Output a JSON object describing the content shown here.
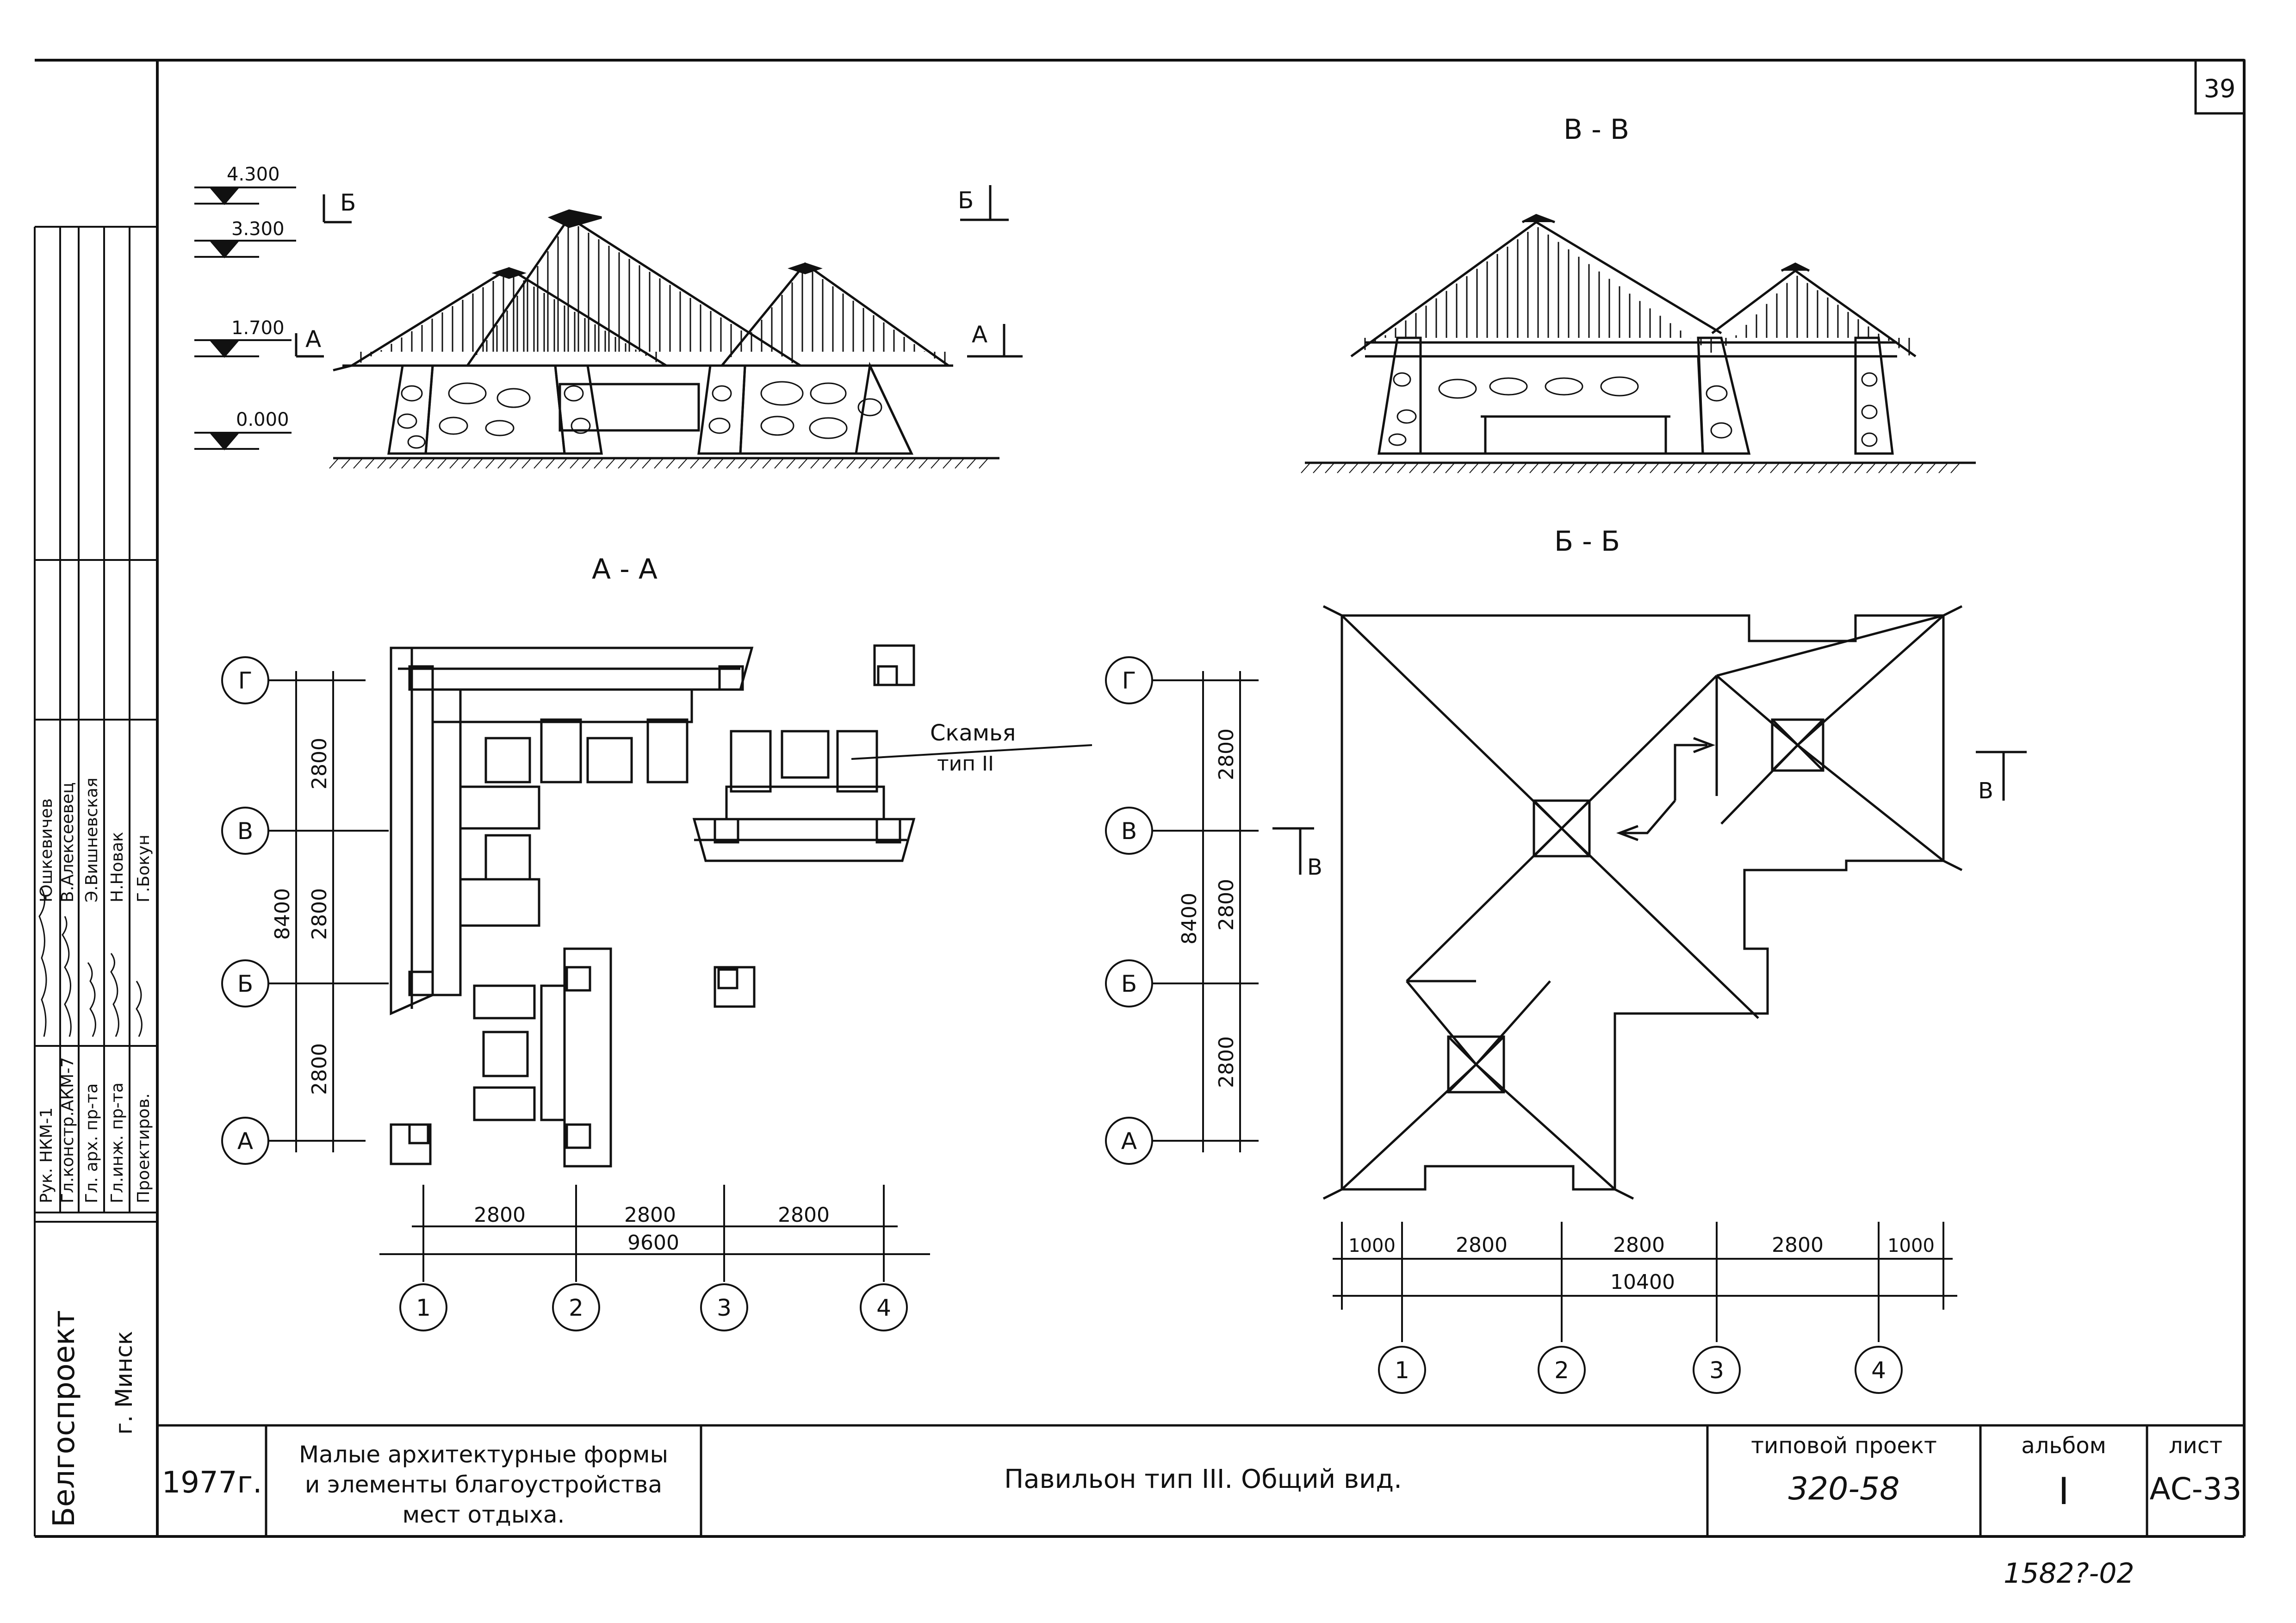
{
  "sheet": {
    "page_number": "39",
    "stamp": "1582?-02"
  },
  "sections": {
    "facade_label": "В - В",
    "plan_label": "А - А",
    "roof_plan_label": "Б - Б"
  },
  "elevation_marks": [
    "4.300",
    "3.300",
    "1.700",
    "0.000"
  ],
  "section_marks": {
    "b": "Б",
    "a": "А",
    "v": "В"
  },
  "plan": {
    "dims_vertical": [
      "2800",
      "2800",
      "2800"
    ],
    "total_vertical": "8400",
    "dims_horizontal": [
      "2800",
      "2800",
      "2800"
    ],
    "total_horizontal": "9600",
    "bench_callout_line1": "Скамья",
    "bench_callout_line2": "тип II"
  },
  "roof_plan": {
    "dims_vertical": [
      "2800",
      "2800",
      "2800"
    ],
    "total_vertical": "8400",
    "dims_horizontal": [
      "1000",
      "2800",
      "2800",
      "2800",
      "1000"
    ],
    "total_horizontal": "10400"
  },
  "axes": {
    "rows": [
      "Г",
      "В",
      "Б",
      "А"
    ],
    "cols": [
      "1",
      "2",
      "3",
      "4"
    ]
  },
  "side_stamp": {
    "signers": [
      {
        "role": "Рук. НКМ-1",
        "name": "Юшкевичев"
      },
      {
        "role": "Гл.констр.АКМ-7",
        "name": "В.Алексеевец"
      },
      {
        "role": "Гл. арх. пр-та",
        "name": "Э.Вишневская"
      },
      {
        "role": "Гл.инж. пр-та",
        "name": "Н.Новак"
      },
      {
        "role": "Проектиров.",
        "name": "Г.Бокун"
      }
    ],
    "org": "Белгоспроект",
    "city": "г. Минск"
  },
  "title_block": {
    "year": "1977г.",
    "subject_line1": "Малые архитектурные формы",
    "subject_line2": "и элементы благоустройства",
    "subject_line3": "мест отдыха.",
    "drawing_title": "Павильон тип III. Общий вид.",
    "project_label": "типовой проект",
    "project_number": "320-58",
    "album_label": "альбом",
    "album_value": "I",
    "sheet_label": "лист",
    "sheet_value": "АС-33"
  },
  "colors": {
    "ink": "#111111",
    "paper": "#ffffff"
  }
}
